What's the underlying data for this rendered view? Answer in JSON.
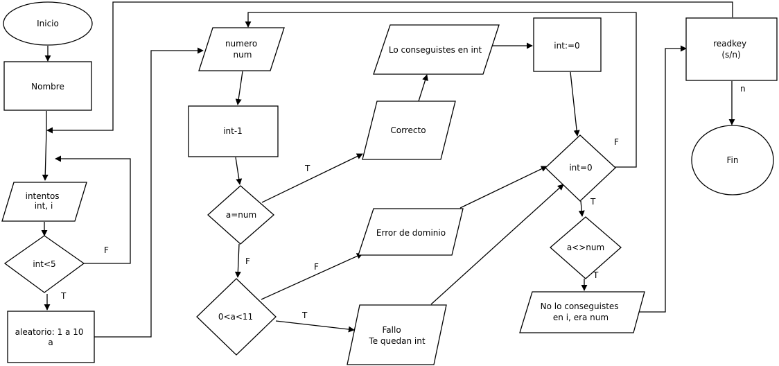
{
  "nodes": {
    "inicio": "Inicio",
    "nombre": "Nombre",
    "intentos": [
      "intentos",
      "int, i"
    ],
    "cond_int5": "int<5",
    "aleatorio": [
      "aleatorio: 1 a 10",
      "a"
    ],
    "numero": [
      "numero",
      "num"
    ],
    "int_dec": "int-1",
    "cond_anum": "a=num",
    "cond_rango": "0<a<11",
    "correcto": "Correcto",
    "lo_conseguiste": "Lo conseguistes en int",
    "int_zero": "int:=0",
    "error": "Error de dominio",
    "fallo": [
      "Fallo",
      "Te quedan int"
    ],
    "cond_int0": "int=0",
    "cond_neq": "a<>num",
    "no_conseguiste": [
      "No lo conseguistes",
      "en i, era num"
    ],
    "readkey": [
      "readkey",
      "(s/n)"
    ],
    "fin": "Fin"
  },
  "edge_labels": {
    "f_int5": "F",
    "t_int5": "T",
    "t_anum": "T",
    "f_anum": "F",
    "f_rango": "F",
    "t_rango": "T",
    "f_int0": "F",
    "t_int0": "T",
    "t_neq": "T",
    "n_readkey": "n"
  }
}
